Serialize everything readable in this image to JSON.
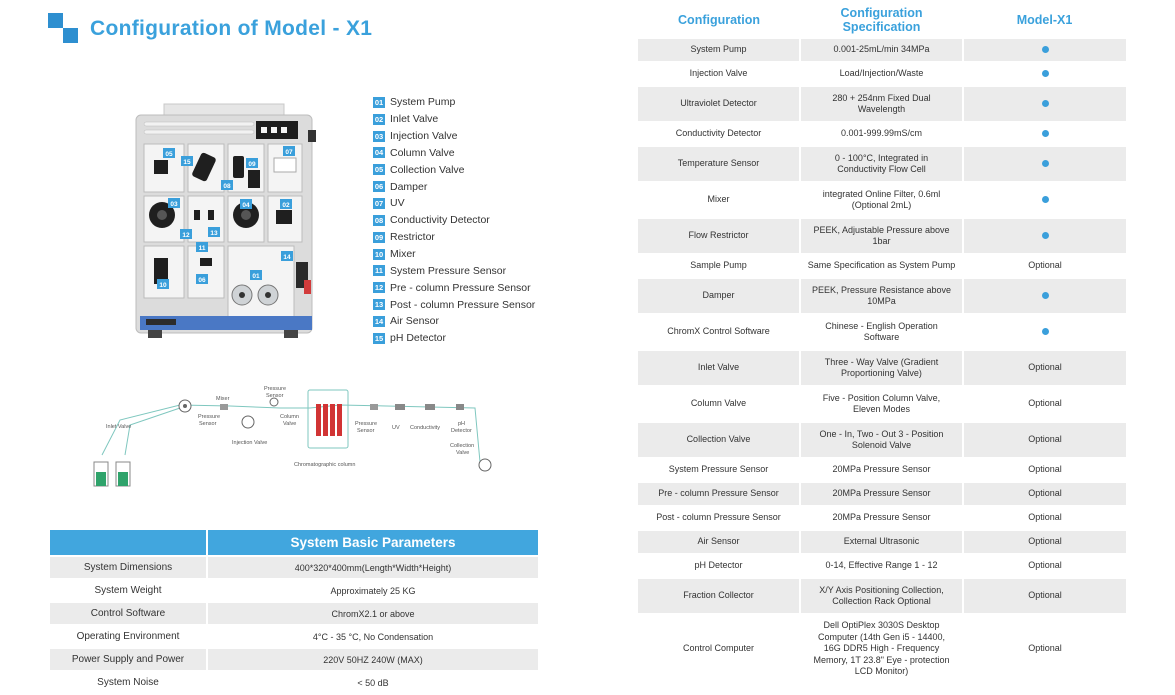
{
  "title": "Configuration of Model - X1",
  "colors": {
    "accent": "#3aa1dc",
    "header_bar": "#41a6de",
    "row_alt": "#ebebeb",
    "dot": "#3a9fdb"
  },
  "device": {
    "badges": [
      "05",
      "15",
      "09",
      "07",
      "03",
      "04",
      "02",
      "12",
      "13",
      "11",
      "08",
      "06",
      "10",
      "01",
      "14"
    ]
  },
  "components": [
    {
      "num": "01",
      "label": "System Pump"
    },
    {
      "num": "02",
      "label": "Inlet Valve"
    },
    {
      "num": "03",
      "label": "Injection Valve"
    },
    {
      "num": "04",
      "label": "Column Valve"
    },
    {
      "num": "05",
      "label": "Collection Valve"
    },
    {
      "num": "06",
      "label": "Damper"
    },
    {
      "num": "07",
      "label": "UV"
    },
    {
      "num": "08",
      "label": "Conductivity Detector"
    },
    {
      "num": "09",
      "label": "Restrictor"
    },
    {
      "num": "10",
      "label": "Mixer"
    },
    {
      "num": "11",
      "label": "System Pressure Sensor"
    },
    {
      "num": "12",
      "label": "Pre - column Pressure Sensor"
    },
    {
      "num": "13",
      "label": "Post - column Pressure Sensor"
    },
    {
      "num": "14",
      "label": "Air Sensor"
    },
    {
      "num": "15",
      "label": "pH Detector"
    }
  ],
  "flow": {
    "inlet_valve": "Inlet Valve",
    "mixer": "Mixer",
    "pressure_sensor_1": "Pressure",
    "pressure_sensor_1b": "Sensor",
    "pressure_sensor_2": "Pressure",
    "pressure_sensor_2b": "Sensor",
    "column_valve": "Column",
    "column_valve_b": "Valve",
    "injection_valve": "Injection Valve",
    "column": "Chromatographic column",
    "pressure_sensor_3": "Pressure",
    "pressure_sensor_3b": "Sensor",
    "uv": "UV",
    "conductivity": "Conductivity",
    "ph": "pH",
    "ph_b": "Detector",
    "collection_valve": "Collection",
    "collection_valve_b": "Valve"
  },
  "basic": {
    "header": "System Basic Parameters",
    "rows": [
      {
        "label": "System Dimensions",
        "value": "400*320*400mm(Length*Width*Height)"
      },
      {
        "label": "System Weight",
        "value": "Approximately 25 KG"
      },
      {
        "label": "Control Software",
        "value": "ChromX2.1 or above"
      },
      {
        "label": "Operating Environment",
        "value": "4°C - 35 °C, No Condensation"
      },
      {
        "label": "Power Supply and Power",
        "value": "220V 50HZ  240W  (MAX)"
      },
      {
        "label": "System Noise",
        "value": "< 50 dB"
      }
    ]
  },
  "config": {
    "headers": [
      "Configuration",
      "Configuration\nSpecification",
      "Model-X1"
    ],
    "rows": [
      {
        "name": "System Pump",
        "spec": "0.001-25mL/min 34MPa",
        "model": "dot"
      },
      {
        "name": "Injection Valve",
        "spec": "Load/Injection/Waste",
        "model": "dot"
      },
      {
        "name": "Ultraviolet Detector",
        "spec": "280 + 254nm Fixed Dual\nWavelength",
        "model": "dot"
      },
      {
        "name": "Conductivity Detector",
        "spec": "0.001-999.99mS/cm",
        "model": "dot"
      },
      {
        "name": "Temperature Sensor",
        "spec": "0 - 100°C, Integrated in\nConductivity Flow Cell",
        "model": "dot"
      },
      {
        "name": "Mixer",
        "spec": "integrated Online Filter, 0.6ml\n(Optional 2mL)",
        "model": "dot"
      },
      {
        "name": "Flow Restrictor",
        "spec": "PEEK, Adjustable Pressure above\n1bar",
        "model": "dot"
      },
      {
        "name": "Sample Pump",
        "spec": "Same Specification as System Pump",
        "model": "Optional"
      },
      {
        "name": "Damper",
        "spec": "PEEK, Pressure Resistance above\n10MPa",
        "model": "dot"
      },
      {
        "name": "ChromX Control Software",
        "spec": "Chinese - English Operation\nSoftware",
        "model": "dot"
      },
      {
        "name": "Inlet Valve",
        "spec": "Three - Way Valve (Gradient\nProportioning Valve)",
        "model": "Optional"
      },
      {
        "name": "Column  Valve",
        "spec": "Five - Position Column Valve,\nEleven Modes",
        "model": "Optional"
      },
      {
        "name": "Collection Valve",
        "spec": "One - In, Two - Out 3 - Position\nSolenoid Valve",
        "model": "Optional"
      },
      {
        "name": "System Pressure Sensor",
        "spec": "20MPa Pressure Sensor",
        "model": "Optional"
      },
      {
        "name": "Pre - column Pressure Sensor",
        "spec": "20MPa Pressure Sensor",
        "model": "Optional"
      },
      {
        "name": "Post - column Pressure Sensor",
        "spec": "20MPa Pressure Sensor",
        "model": "Optional"
      },
      {
        "name": "Air Sensor",
        "spec": "External Ultrasonic",
        "model": "Optional"
      },
      {
        "name": "pH Detector",
        "spec": "0-14, Effective Range 1 - 12",
        "model": "Optional"
      },
      {
        "name": "Fraction Collector",
        "spec": "X/Y Axis Positioning Collection,\nCollection Rack Optional",
        "model": "Optional"
      },
      {
        "name": "Control Computer",
        "spec": "Dell OptiPlex 3030S Desktop\nComputer (14th Gen i5 - 14400,\n16G DDR5 High - Frequency\nMemory, 1T 23.8\" Eye - protection\nLCD Monitor)",
        "model": "Optional"
      }
    ]
  }
}
